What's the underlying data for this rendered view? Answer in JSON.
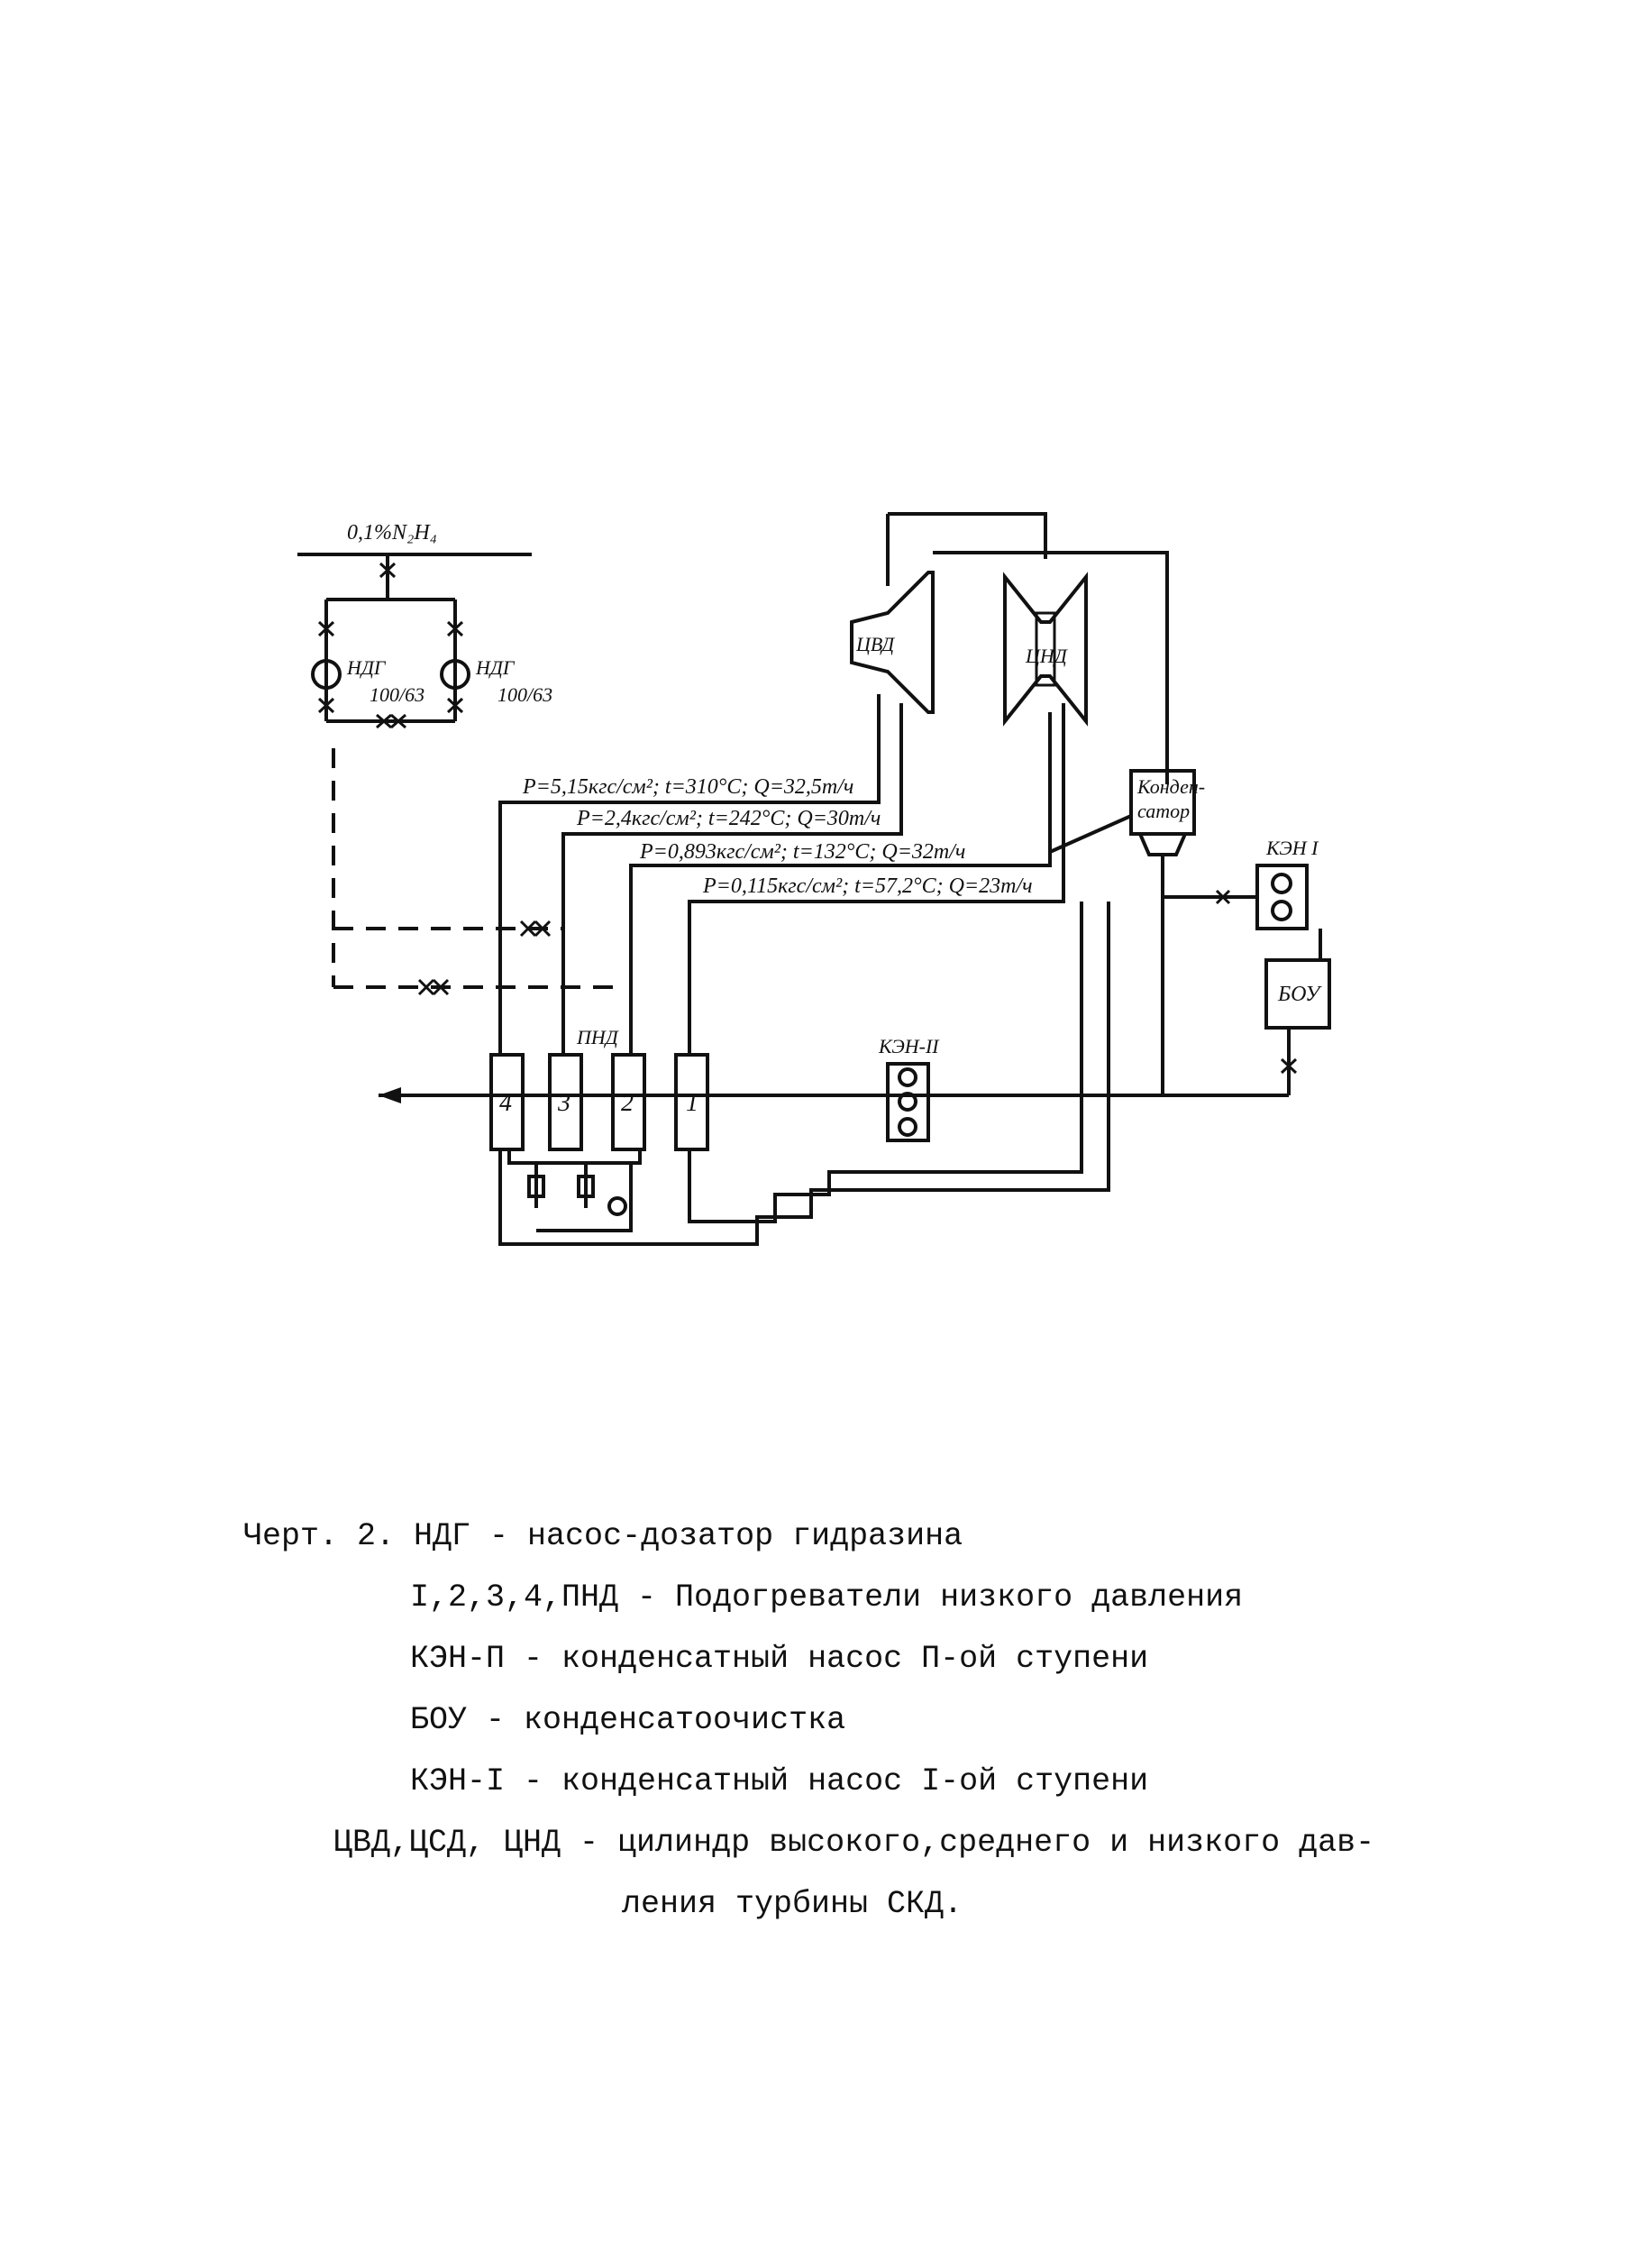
{
  "diagram": {
    "reagent_label": "0,1%N₂H₄",
    "dosing_pump_left": {
      "name": "НДГ",
      "sub": "100/63"
    },
    "dosing_pump_right": {
      "name": "НДГ",
      "sub": "100/63"
    },
    "cylinder_hp": "ЦВД",
    "cylinder_lp": "ЦНД",
    "condenser_label_1": "Конден-",
    "condenser_label_2": "сатор",
    "pump_kn1": "КЭН I",
    "boy": "БОУ",
    "pump_kn2": "КЭН-II",
    "pnd_label": "ПНД",
    "heaters": [
      "4",
      "3",
      "2",
      "1"
    ],
    "extractions": [
      "P=5,15кгс/см²; t=310°C; Q=32,5т/ч",
      "P=2,4кгс/см²; t=242°C; Q=30т/ч",
      "P=0,893кгс/см²; t=132°C; Q=32т/ч",
      "P=0,115кгс/см²; t=57,2°C; Q=23т/ч"
    ]
  },
  "caption": {
    "line1": "Черт. 2. НДГ - насос-дозатор гидразина",
    "line2": "I,2,3,4,ПНД - Подогреватели низкого давления",
    "line3": "КЭН-П - конденсатный насос П-ой ступени",
    "line4": "БОУ - конденсатоочистка",
    "line5": "КЭН-I - конденсатный насос I-ой ступени",
    "line6": "ЦВД,ЦСД, ЦНД - цилиндр высокого,среднего  и низкого дав-",
    "line7": "ления турбины СКД."
  }
}
